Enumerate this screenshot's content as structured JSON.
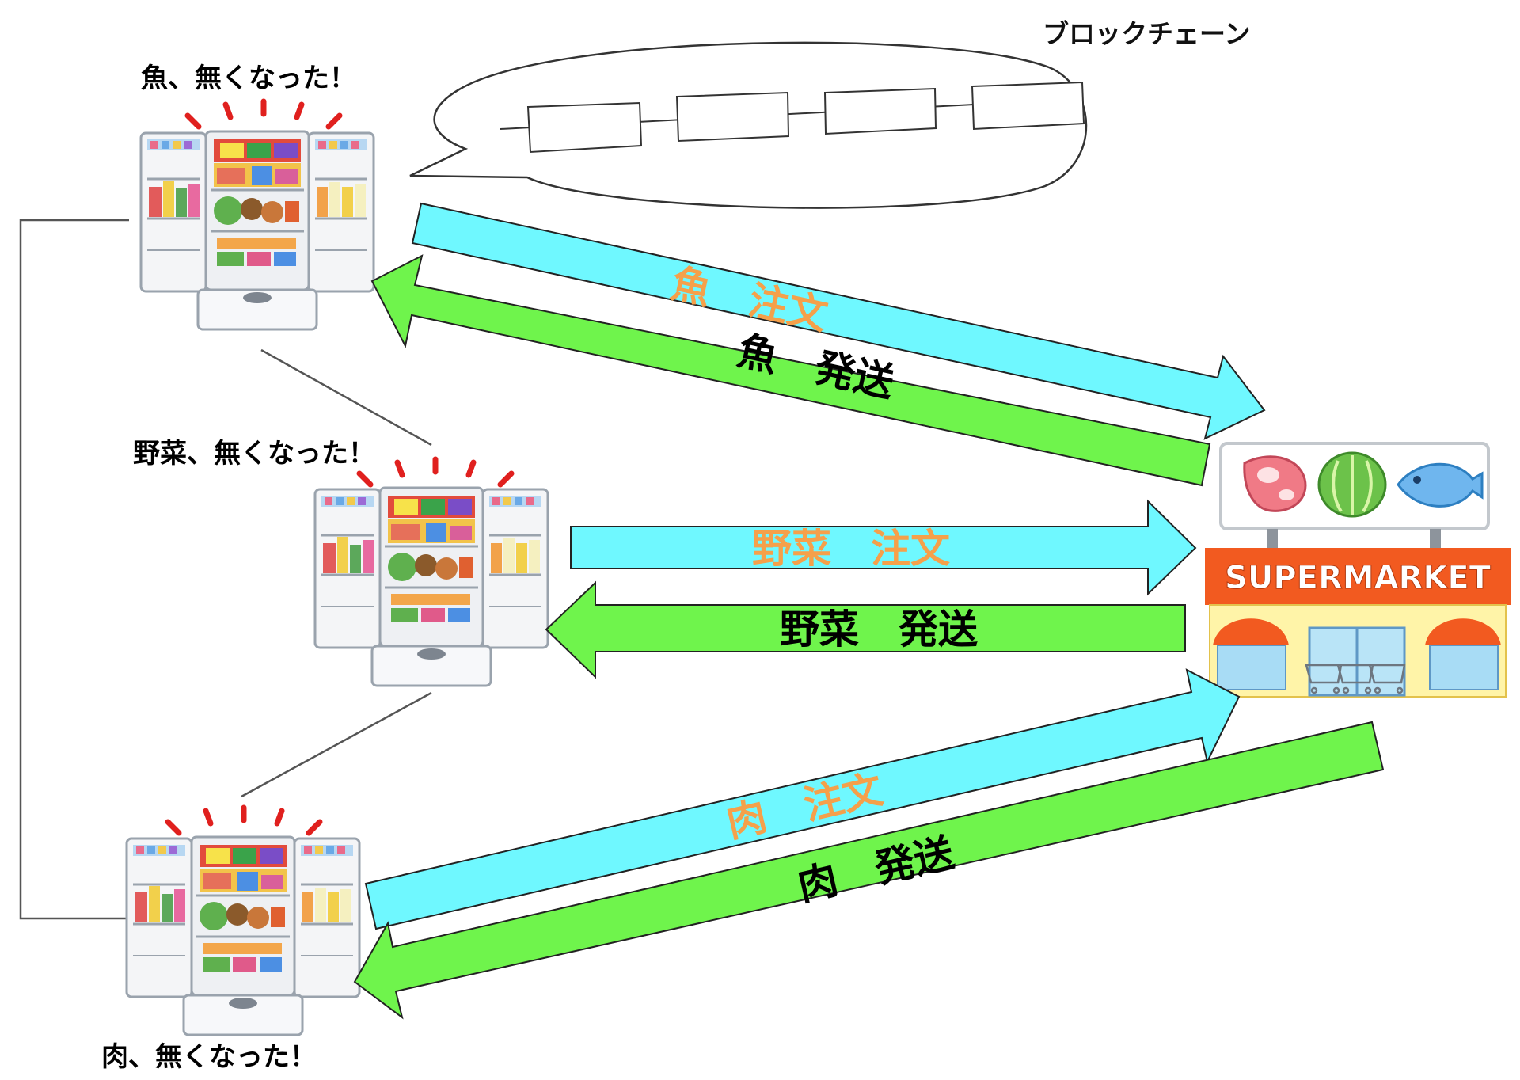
{
  "blockchain": {
    "label": "ブロックチェーン",
    "block_count": 4
  },
  "fridges": [
    {
      "id": "fish",
      "label": "魚、無くなった！"
    },
    {
      "id": "vegetable",
      "label": "野菜、無くなった！"
    },
    {
      "id": "meat",
      "label": "肉、無くなった！"
    }
  ],
  "supermarket": {
    "sign": "SUPERMARKET"
  },
  "arrows": {
    "fish_order": "魚　注文",
    "fish_ship": "魚　発送",
    "veg_order": "野菜　注文",
    "veg_ship": "野菜　発送",
    "meat_order": "肉　注文",
    "meat_ship": "肉　発送"
  },
  "colors": {
    "order_fill": "#6ff8ff",
    "ship_fill": "#6ff44c",
    "order_text": "#f5a04a",
    "ship_text": "#000000",
    "alert": "#e0201e",
    "sign_orange": "#f25a20"
  }
}
